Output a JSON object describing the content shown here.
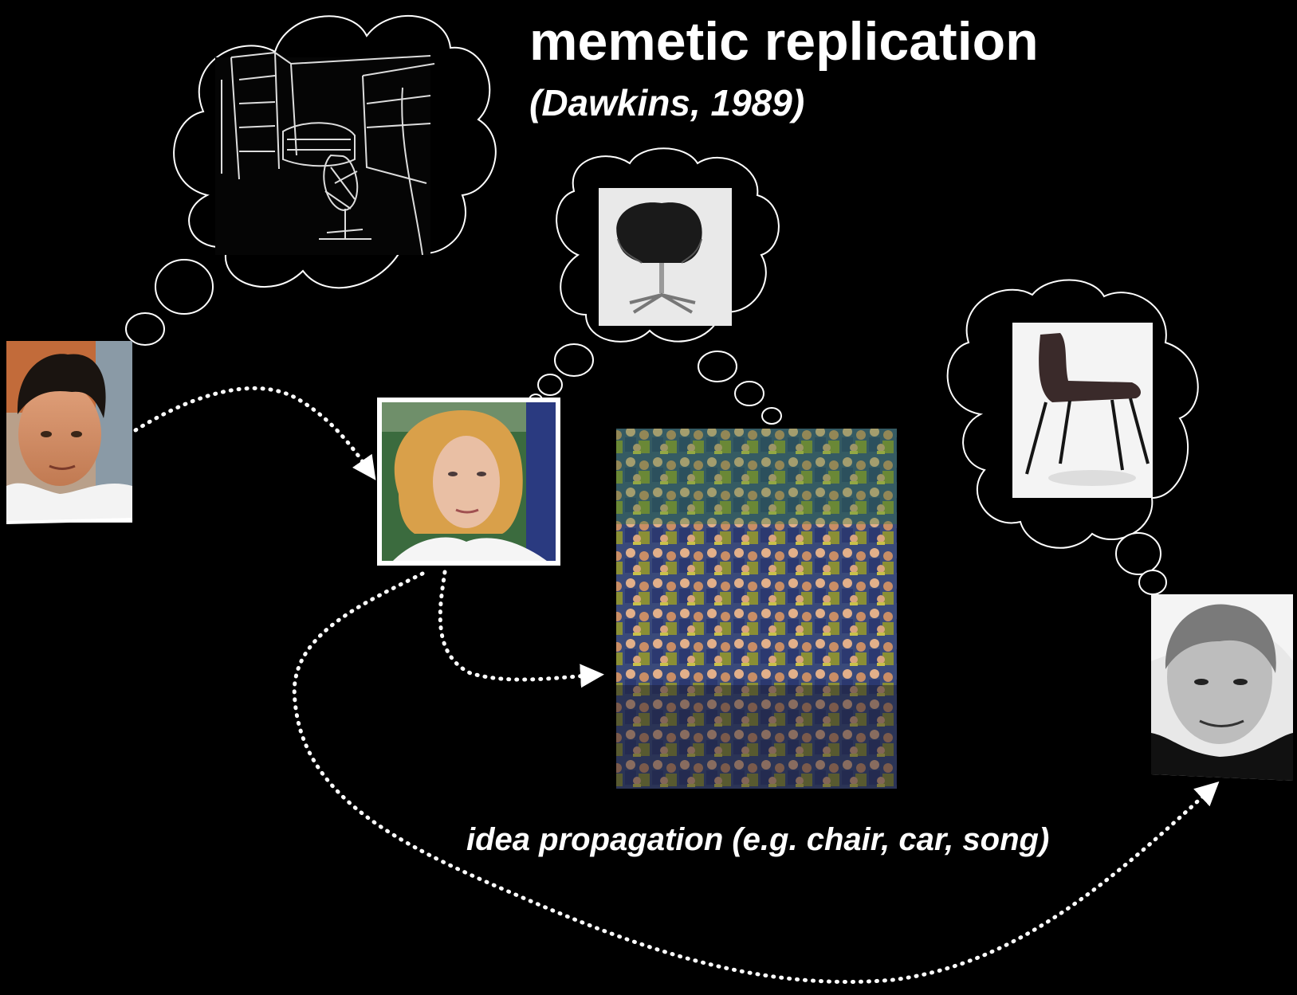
{
  "title": "memetic replication",
  "subtitle": "(Dawkins, 1989)",
  "caption": "idea propagation (e.g. chair, car, song)",
  "colors": {
    "background": "#000000",
    "foreground": "#ffffff"
  },
  "figures": [
    {
      "role": "designer",
      "thought": "chair sketch"
    },
    {
      "role": "recipient",
      "thought": "swan chair"
    },
    {
      "role": "crowd"
    },
    {
      "role": "later recipient",
      "thought": "shell stacking chair"
    }
  ]
}
